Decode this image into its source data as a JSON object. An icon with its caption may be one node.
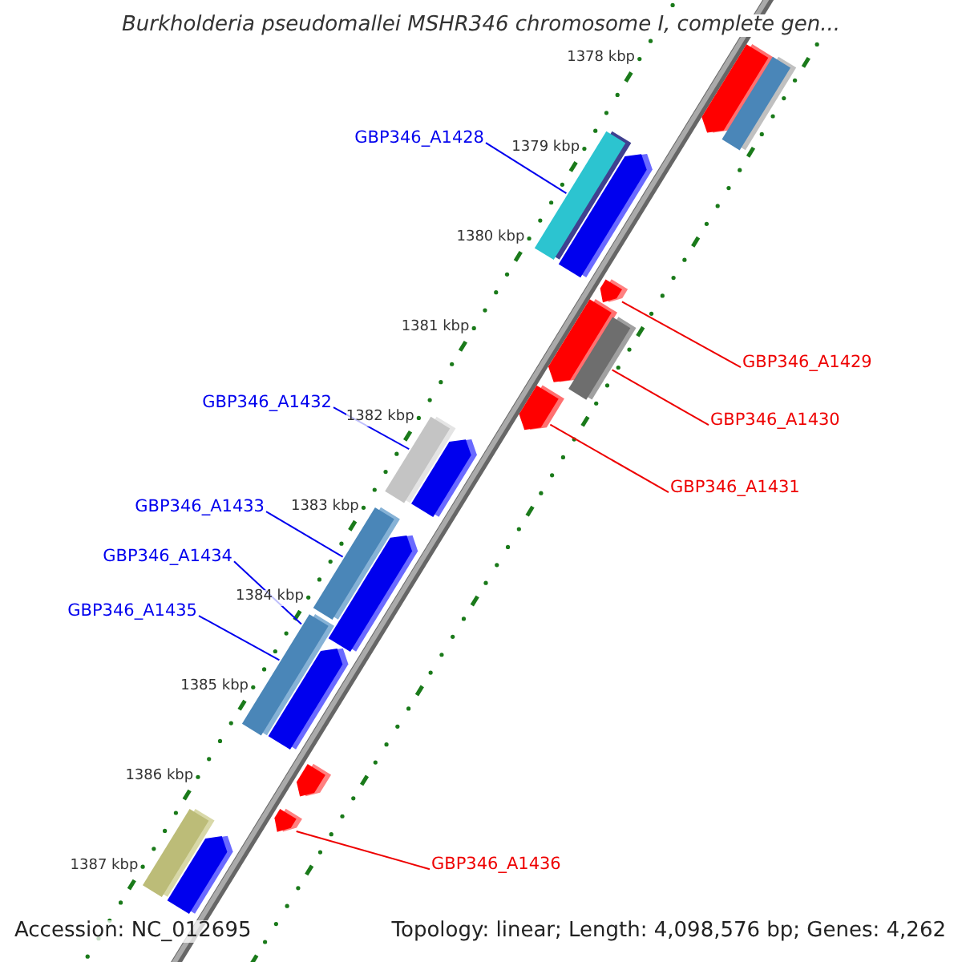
{
  "diagram": {
    "title": "Burkholderia pseudomallei MSHR346 chromosome I, complete gen...",
    "nodes": [
      {
        "text": [
          "GBP346_A1428"
        ]
      },
      {
        "text": [
          "GBP346_A1429"
        ]
      },
      {
        "text": [
          "GBP346_A1432"
        ]
      },
      {
        "text": [
          "GBP346_A1430"
        ]
      },
      {
        "text": [
          "GBP346_A1431"
        ]
      },
      {
        "text": [
          "GBP346_A1433"
        ]
      },
      {
        "text": [
          "GBP346_A1434"
        ]
      },
      {
        "text": [
          "GBP346_A1435"
        ]
      },
      {
        "text": [
          "GBP346_A1436"
        ]
      },
      {
        "text": [],
        "shape": "pentagon"
      },
      {
        "text": [],
        "shape": "bar"
      },
      {
        "text": [],
        "shape": "pentagon"
      },
      {
        "text": [],
        "shape": "bar"
      },
      {
        "text": [],
        "shape": "pentagon"
      },
      {
        "text": [],
        "shape": "pentagon"
      },
      {
        "text": [],
        "shape": "bar"
      },
      {
        "text": [],
        "shape": "pentagon"
      },
      {
        "text": [],
        "shape": "bar"
      },
      {
        "text": [],
        "shape": "pentagon"
      },
      {
        "text": [],
        "shape": "bar"
      },
      {
        "text": [],
        "shape": "pentagon"
      },
      {
        "text": [],
        "shape": "bar"
      },
      {
        "text": [],
        "shape": "pentagon"
      },
      {
        "text": [],
        "shape": "pentagon"
      },
      {
        "text": [],
        "shape": "pentagon"
      },
      {
        "text": [],
        "shape": "bar"
      },
      {
        "text": [],
        "shape": "pentagon"
      }
    ],
    "edges": [
      {
        "from": 0,
        "to": 12,
        "arrow": "none"
      },
      {
        "from": 1,
        "to": 13,
        "arrow": "none",
        "color": "#ee0000"
      },
      {
        "from": 2,
        "to": 17,
        "arrow": "none"
      },
      {
        "from": 3,
        "to": 15,
        "arrow": "none",
        "color": "#ee0000"
      },
      {
        "from": 4,
        "to": 16,
        "arrow": "none",
        "color": "#ee0000"
      },
      {
        "from": 5,
        "to": 19,
        "arrow": "none"
      },
      {
        "from": 6,
        "to": 21,
        "arrow": "none"
      },
      {
        "from": 7,
        "to": 21,
        "arrow": "none"
      },
      {
        "from": 8,
        "to": 24,
        "arrow": "none",
        "color": "#ee0000"
      }
    ],
    "labels": [
      "1378 kbp",
      "1379 kbp",
      "1380 kbp",
      "1381 kbp",
      "1382 kbp",
      "1383 kbp",
      "1384 kbp",
      "1385 kbp",
      "1386 kbp",
      "1387 kbp",
      "Accession: NC_012695",
      "Topology: linear; Length: 4,098,576 bp; Genes: 4,262"
    ]
  }
}
